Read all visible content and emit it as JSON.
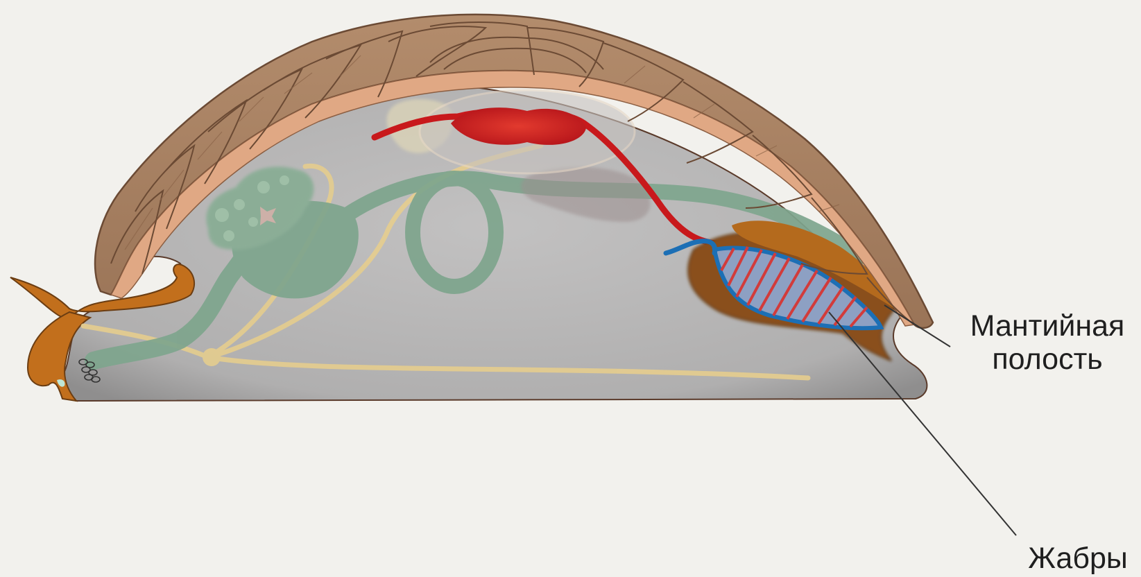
{
  "labels": {
    "mantle_cavity": [
      "Мантийная",
      "полость"
    ],
    "gills": "Жабры"
  },
  "colors": {
    "background": "#f2f1ed",
    "shell": "#a57e5f",
    "shell_outline": "#6b4a34",
    "mantle_edge": "#e0a884",
    "body": "#b4b3b3",
    "foot_head": "#c26f1c",
    "digestive": "#7ea58d",
    "nerves": "#e5cd8e",
    "heart_artery": "#c8191c",
    "gill_vessel": "#1c6fb5",
    "gill_stripes": "#d23b3b",
    "leader_line": "#333333"
  },
  "icons": [
    "shell-plates",
    "radula-teeth"
  ]
}
